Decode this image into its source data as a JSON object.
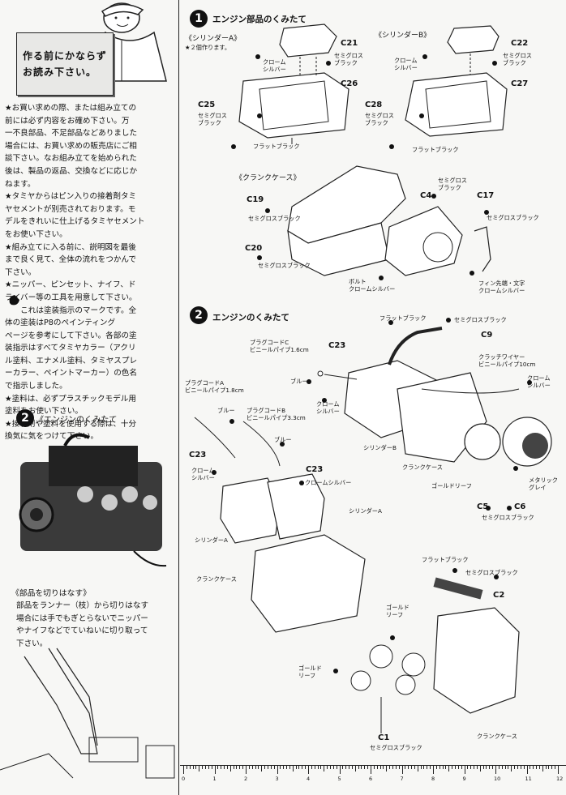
{
  "notice": {
    "line1": "作る前にかならず",
    "line2": "お読み下さい。"
  },
  "intro_paragraphs": [
    "★お買い求めの際、または組み立ての",
    "前には必ず内容をお確め下さい。万",
    "一不良部品、不足部品などありました",
    "場合には、お買い求めの販売店にご相",
    "談下さい。なお組み立てを始められた",
    "後は、製品の返品、交換などに応じか",
    "ねます。",
    "★タミヤからはピン入りの接着剤タミ",
    "ヤセメントが別売されております。モ",
    "デルをきれいに仕上げるタミヤセメント",
    "をお使い下さい。",
    "★組み立てに入る前に、説明図を最後",
    "まで良く見て、全体の流れをつかんで",
    "下さい。",
    "★ニッパー、ピンセット、ナイフ、ド",
    "ライバー等の工具を用意して下さい。",
    "　　これは塗装指示のマークです。全",
    "体の塗装はP8のペインティング",
    "ページを参考にして下さい。各部の塗",
    "装指示はすべてタミヤカラー（アクリ",
    "ル塗料、エナメル塗料、タミヤスプレ",
    "ーカラー、ペイントマーカー）の色名",
    "で指示しました。",
    "★塗料は、必ずプラスチックモデル用",
    "塗料をお使い下さい。",
    "★接着剤や塗料を使用する際は、十分",
    "換気に気をつけて下さい。"
  ],
  "sidebar_step": {
    "number": "2",
    "title": "《エンジンのくみたて"
  },
  "cutting": {
    "title": "《部品を切りはなす》",
    "lines": [
      "部品をランナー（枝）から切りはなす",
      "場合には手でもぎとらないでニッパー",
      "やナイフなどでていねいに切り取って",
      "下さい。"
    ]
  },
  "step1": {
    "number": "1",
    "title": "エンジン部品のくみたて",
    "cylA": {
      "title": "《シリンダーA》",
      "note": "★２個作ります。"
    },
    "cylB": {
      "title": "《シリンダーB》"
    },
    "crankcase": {
      "title": "《クランクケース》"
    },
    "parts": [
      "C21",
      "C26",
      "C25",
      "C22",
      "C27",
      "C28",
      "C19",
      "C4",
      "C17",
      "C20"
    ],
    "colors": {
      "chrome_silver": "クローム\nシルバー",
      "semi_gloss_black": "セミグロス\nブラック",
      "flat_black": "フラットブラック",
      "semi_gloss_black_line": "セミグロスブラック",
      "bolt": "ボルト\nクロームシルバー",
      "fin": "フィン先端・文字\nクロームシルバー"
    }
  },
  "step2": {
    "number": "2",
    "title": "エンジンのくみたて",
    "labels": {
      "plug_c": "プラグコードC\nビニールパイプ1.6cm",
      "plug_a": "プラグコードA\nビニールパイプ1.8cm",
      "plug_b": "プラグコードB\nビニールパイプ3.3cm",
      "clutch": "クラッチワイヤー\nビニールパイプ10cm",
      "flat_black": "フラットブラック",
      "semi_gloss_black": "セミグロスブラック",
      "blue": "ブルー",
      "chrome_silver": "クローム\nシルバー",
      "chrome_silver_line": "クロームシルバー",
      "cylinder_a": "シリンダーA",
      "cylinder_b": "シリンダーB",
      "crankcase": "クランクケース",
      "gold_leaf": "ゴールドリーフ",
      "gold_leaf_v": "ゴールド\nリーフ",
      "metallic_gray": "メタリック\nグレイ"
    },
    "parts": [
      "C23",
      "C9",
      "C5",
      "C6",
      "C2",
      "C1"
    ]
  },
  "ruler": {
    "numbers": [
      "0",
      "1",
      "2",
      "3",
      "4",
      "5",
      "6",
      "7",
      "8",
      "9",
      "10",
      "11",
      "12"
    ]
  }
}
